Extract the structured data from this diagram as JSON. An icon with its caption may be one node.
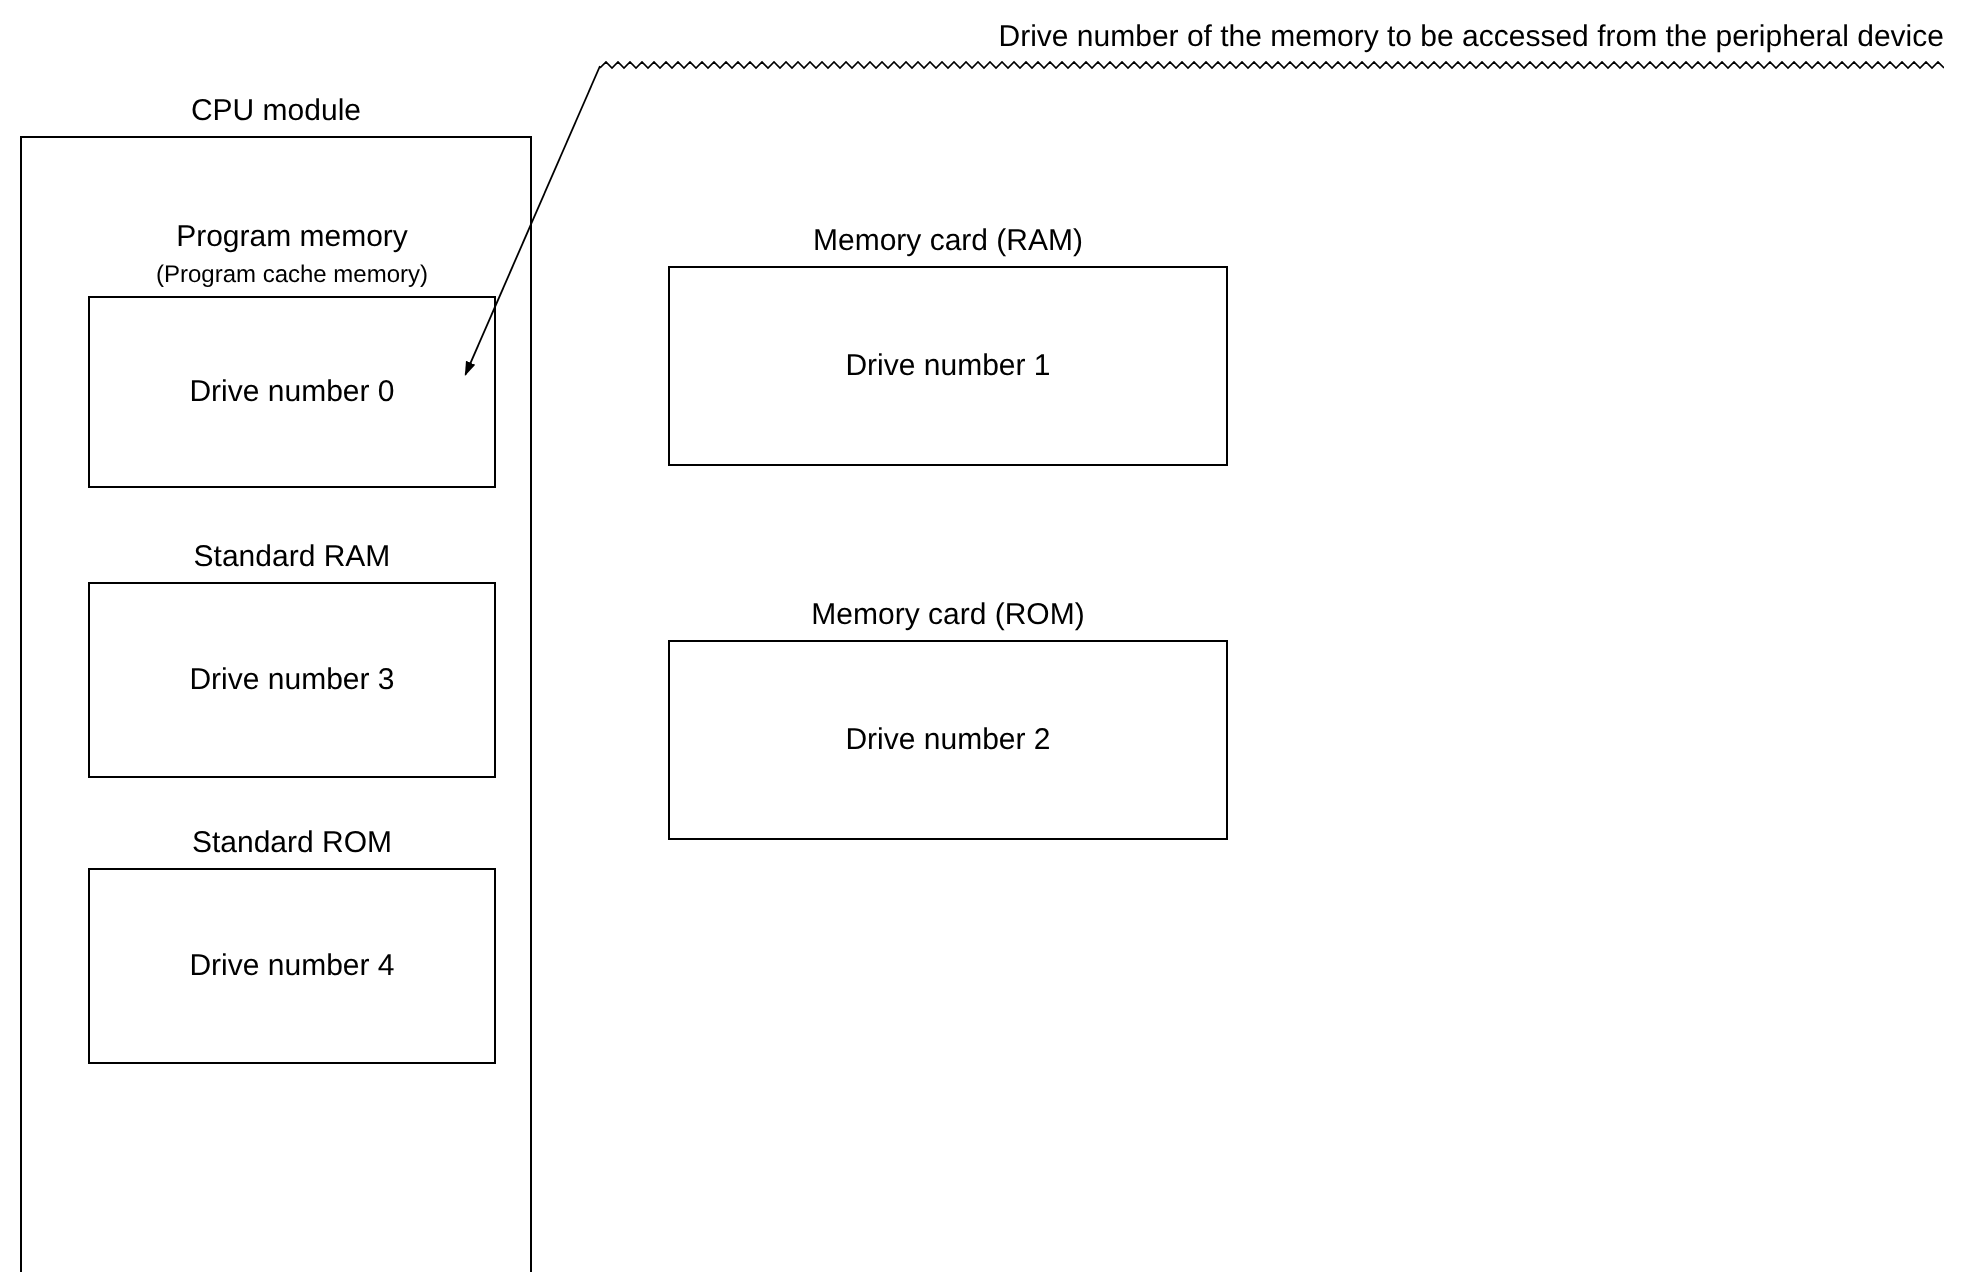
{
  "diagram": {
    "nodes": [
      {
        "text": [
          "CPU module"
        ]
      },
      {
        "text": [
          "Program memory",
          "(Program cache memory)",
          "Drive number 0"
        ],
        "in": 0
      },
      {
        "text": [
          "Standard RAM",
          "Drive number 3"
        ],
        "in": 0
      },
      {
        "text": [
          "Standard ROM",
          "Drive number 4"
        ],
        "in": 0
      },
      {
        "text": [
          "Memory card (RAM)",
          "Drive number 1"
        ]
      },
      {
        "text": [
          "Memory card (ROM)",
          "Drive number 2"
        ]
      },
      {
        "text": [
          "Drive number of the memory to be accessed from the peripheral device"
        ]
      }
    ],
    "edges": [
      {
        "from": 6,
        "to": 1,
        "arrow": "to"
      }
    ]
  }
}
